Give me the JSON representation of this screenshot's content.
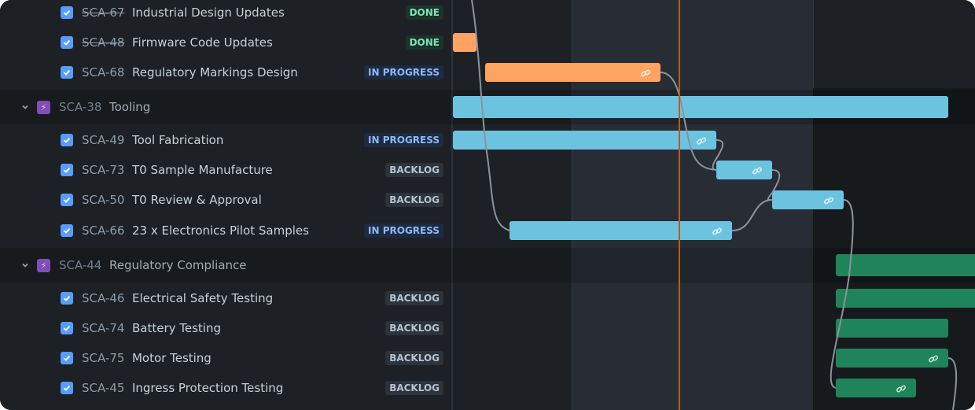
{
  "statuses": {
    "DONE": {
      "label": "DONE",
      "fg": "#7ee2b8",
      "bg": "#1c3329"
    },
    "IN PROGRESS": {
      "label": "IN PROGRESS",
      "fg": "#8fb8f6",
      "bg": "#1c2b41"
    },
    "BACKLOG": {
      "label": "BACKLOG",
      "fg": "#b6c2cf",
      "bg": "#2c333a"
    }
  },
  "rows": [
    {
      "type": "task",
      "key": "SCA-67",
      "title": "Industrial Design Updates",
      "status": "DONE",
      "done": true,
      "bar_color": "orange"
    },
    {
      "type": "task",
      "key": "SCA-48",
      "title": "Firmware Code Updates",
      "status": "DONE",
      "done": true,
      "bar_color": "orange"
    },
    {
      "type": "task",
      "key": "SCA-68",
      "title": "Regulatory Markings Design",
      "status": "IN PROGRESS",
      "done": false,
      "bar_color": "orange"
    },
    {
      "type": "epic",
      "key": "SCA-38",
      "title": "Tooling",
      "bar_color": "blue"
    },
    {
      "type": "task",
      "key": "SCA-49",
      "title": "Tool Fabrication",
      "status": "IN PROGRESS",
      "done": false,
      "bar_color": "blue"
    },
    {
      "type": "task",
      "key": "SCA-73",
      "title": "T0 Sample Manufacture",
      "status": "BACKLOG",
      "done": false,
      "bar_color": "blue"
    },
    {
      "type": "task",
      "key": "SCA-50",
      "title": "T0 Review & Approval",
      "status": "BACKLOG",
      "done": false,
      "bar_color": "blue"
    },
    {
      "type": "task",
      "key": "SCA-66",
      "title": "23 x Electronics Pilot Samples",
      "status": "IN PROGRESS",
      "done": false,
      "bar_color": "blue"
    },
    {
      "type": "epic",
      "key": "SCA-44",
      "title": "Regulatory Compliance",
      "bar_color": "green"
    },
    {
      "type": "task",
      "key": "SCA-46",
      "title": "Electrical Safety Testing",
      "status": "BACKLOG",
      "done": false,
      "bar_color": "green"
    },
    {
      "type": "task",
      "key": "SCA-74",
      "title": "Battery Testing",
      "status": "BACKLOG",
      "done": false,
      "bar_color": "green"
    },
    {
      "type": "task",
      "key": "SCA-75",
      "title": "Motor Testing",
      "status": "BACKLOG",
      "done": false,
      "bar_color": "green"
    },
    {
      "type": "task",
      "key": "SCA-45",
      "title": "Ingress Protection Testing",
      "status": "BACKLOG",
      "done": false,
      "bar_color": "green"
    }
  ],
  "colors": {
    "orange": "#fea362",
    "blue": "#6cc3e0",
    "green": "#1f845a",
    "today": "#b65c1c",
    "checkbox": "#579dff",
    "epic": "#9f5fdf"
  }
}
